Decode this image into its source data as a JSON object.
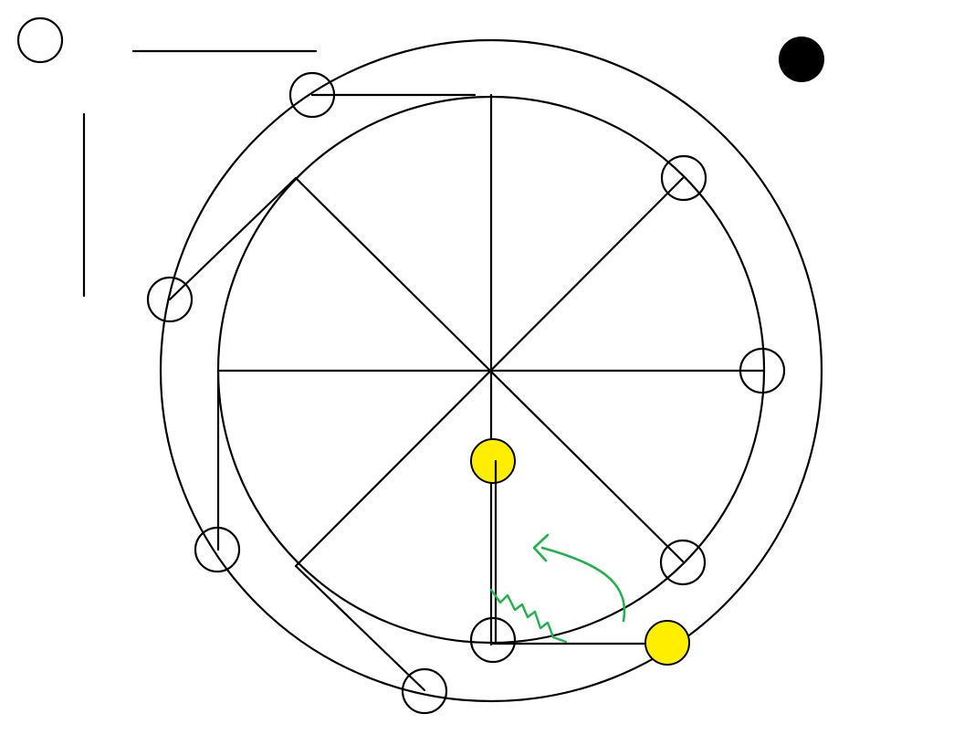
{
  "canvas": {
    "background": "#ffffff"
  },
  "colors": {
    "ink": "#000000",
    "node_fill": "#ffffff",
    "highlight": "#ffee00",
    "annotation": "#22b14c",
    "solid_marker": "#000000"
  },
  "rim_nodes": {
    "count": 8,
    "highlighted": 0
  },
  "spokes": {
    "count": 8
  },
  "annotations": {
    "spring": "zigzag",
    "arrow": "counter-clockwise"
  },
  "legend": {
    "icons": [
      "open-circle-icon",
      "horizontal-line-icon",
      "vertical-line-icon",
      "filled-circle-icon"
    ]
  }
}
